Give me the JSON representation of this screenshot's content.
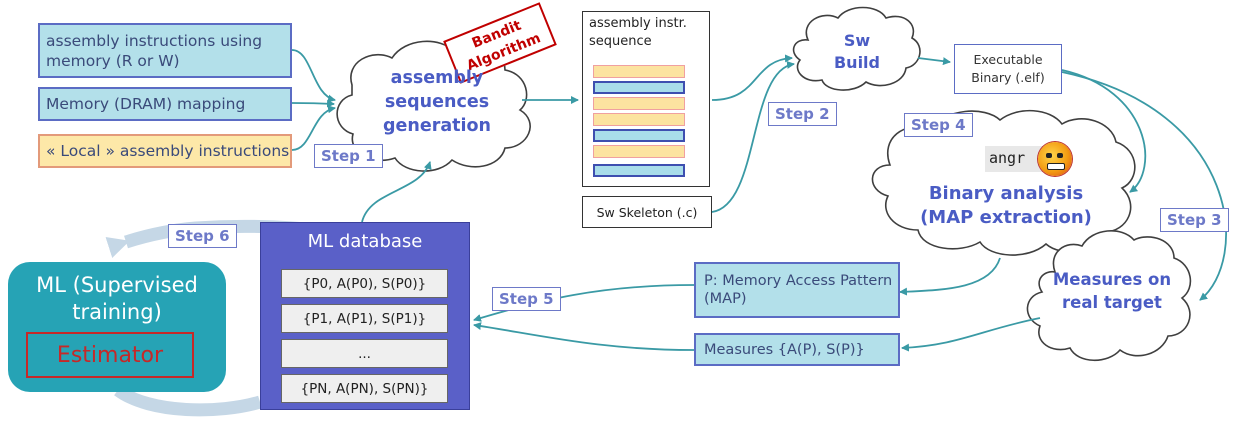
{
  "inputs": [
    "assembly instructions using memory (R or W)",
    "Memory (DRAM) mapping",
    "« Local » assembly instructions"
  ],
  "bandit_label": "Bandit Algorithm",
  "generation_cloud": "assembly sequences generation",
  "sequence_box_title": "assembly instr. sequence",
  "skeleton_label": "Sw Skeleton (.c)",
  "build_cloud": "Sw Build",
  "executable_label": "Executable Binary (.elf)",
  "angr_label": "angr",
  "analysis_cloud": "Binary analysis (MAP extraction)",
  "measures_cloud": "Measures on real target",
  "map_box": "P: Memory Access Pattern (MAP)",
  "measures_box": "Measures {A(P), S(P)}",
  "ml_database_title": "ML database",
  "ml_rows": [
    "{P0, A(P0), S(P0)}",
    "{P1, A(P1), S(P1)}",
    "...",
    "{PN, A(PN), S(PN)}"
  ],
  "ml_title": "ML (Supervised training)",
  "estimator_label": "Estimator",
  "steps": [
    "Step 1",
    "Step 2",
    "Step 3",
    "Step 4",
    "Step 5",
    "Step 6"
  ],
  "colors": {
    "teal_box": "#b3e0ea",
    "box_border": "#5b6cc4",
    "local_fill": "#fde8a8",
    "local_border": "#e39a7a",
    "cloud_text": "#4a5cc4",
    "bandit_red": "#c00000",
    "arrow_teal": "#3a9aa5",
    "arrow_light": "#c5d7e6",
    "ml_db_fill": "#5a60c8",
    "ml_fill": "#26a3b5",
    "estimator_red": "#c62828"
  }
}
